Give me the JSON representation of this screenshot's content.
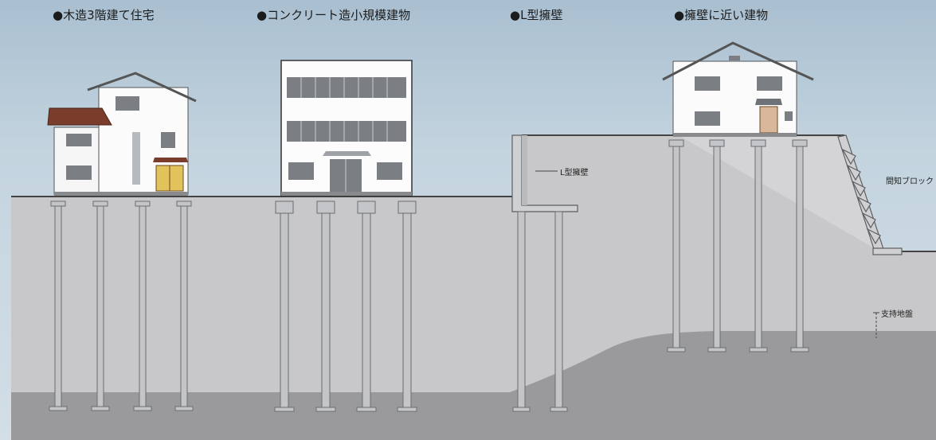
{
  "headings": {
    "wood_house": "●木造3階建て住宅",
    "concrete_building": "●コンクリート造小規模建物",
    "l_wall": "●L型擁壁",
    "near_wall_building": "●擁壁に近い建物"
  },
  "annotations": {
    "l_wall": "L型擁壁",
    "block": "間知ブロック",
    "bearing_layer": "支持地盤"
  },
  "colors": {
    "ground_upper": "#c9c9cb",
    "ground_lower": "#9b9b9e",
    "pile": "#bfc1c4",
    "pile_outline": "#6b6d70",
    "roof_brown": "#7a3d2c",
    "window_gray": "#7b7f84",
    "door_yellow": "#e2c25a"
  }
}
